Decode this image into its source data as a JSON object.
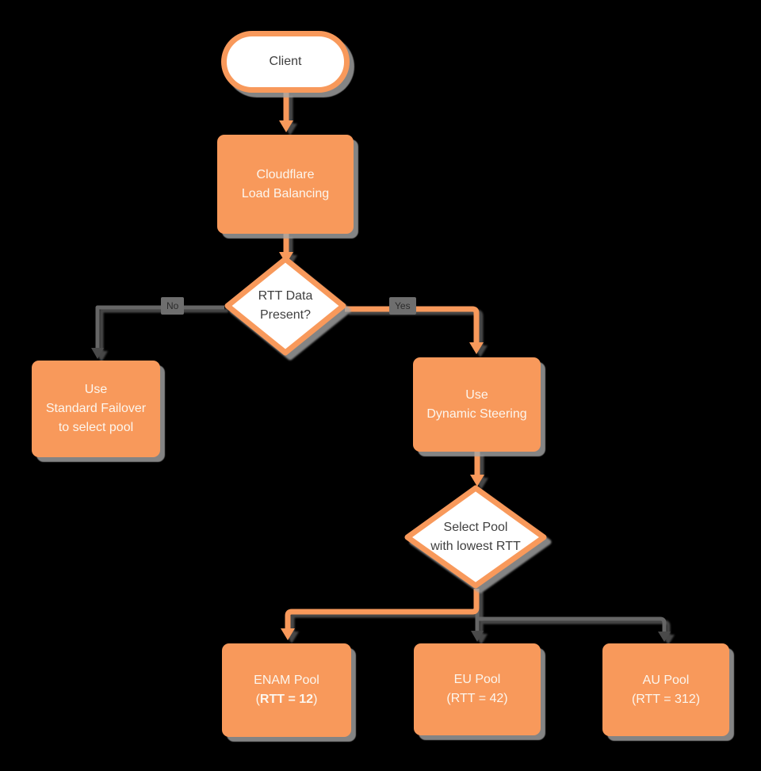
{
  "colors": {
    "background": "#000000",
    "shape_orange": "#F8995B",
    "shape_white": "#FFFFFF",
    "text_on_orange": "#FCF6EE",
    "text_dark": "#3F3F3F",
    "edge_gray": "#666666",
    "edge_arrowhead_gray": "#4A4A4A",
    "edge_label_bg": "#6E6E6E",
    "shadow_gray": "#A5A5A5"
  },
  "nodes": {
    "client": {
      "label": "Client"
    },
    "cloudflare": {
      "lines": [
        "Cloudflare",
        "Load Balancing"
      ]
    },
    "rtt_decision": {
      "lines": [
        "RTT Data",
        "Present?"
      ]
    },
    "standard_failover": {
      "lines": [
        "Use",
        "Standard Failover",
        "to select pool"
      ]
    },
    "dynamic_steering": {
      "lines": [
        "Use",
        "Dynamic Steering"
      ]
    },
    "select_pool": {
      "lines": [
        "Select Pool",
        "with lowest RTT"
      ]
    },
    "enam_pool": {
      "line1": "ENAM Pool",
      "line2_prefix": "(",
      "line2_bold": "RTT = 12",
      "line2_suffix": ")"
    },
    "eu_pool": {
      "lines": [
        "EU Pool",
        "(RTT = 42)"
      ]
    },
    "au_pool": {
      "lines": [
        "AU Pool",
        "(RTT = 312)"
      ]
    }
  },
  "edges": {
    "no_label": "No",
    "yes_label": "Yes"
  }
}
